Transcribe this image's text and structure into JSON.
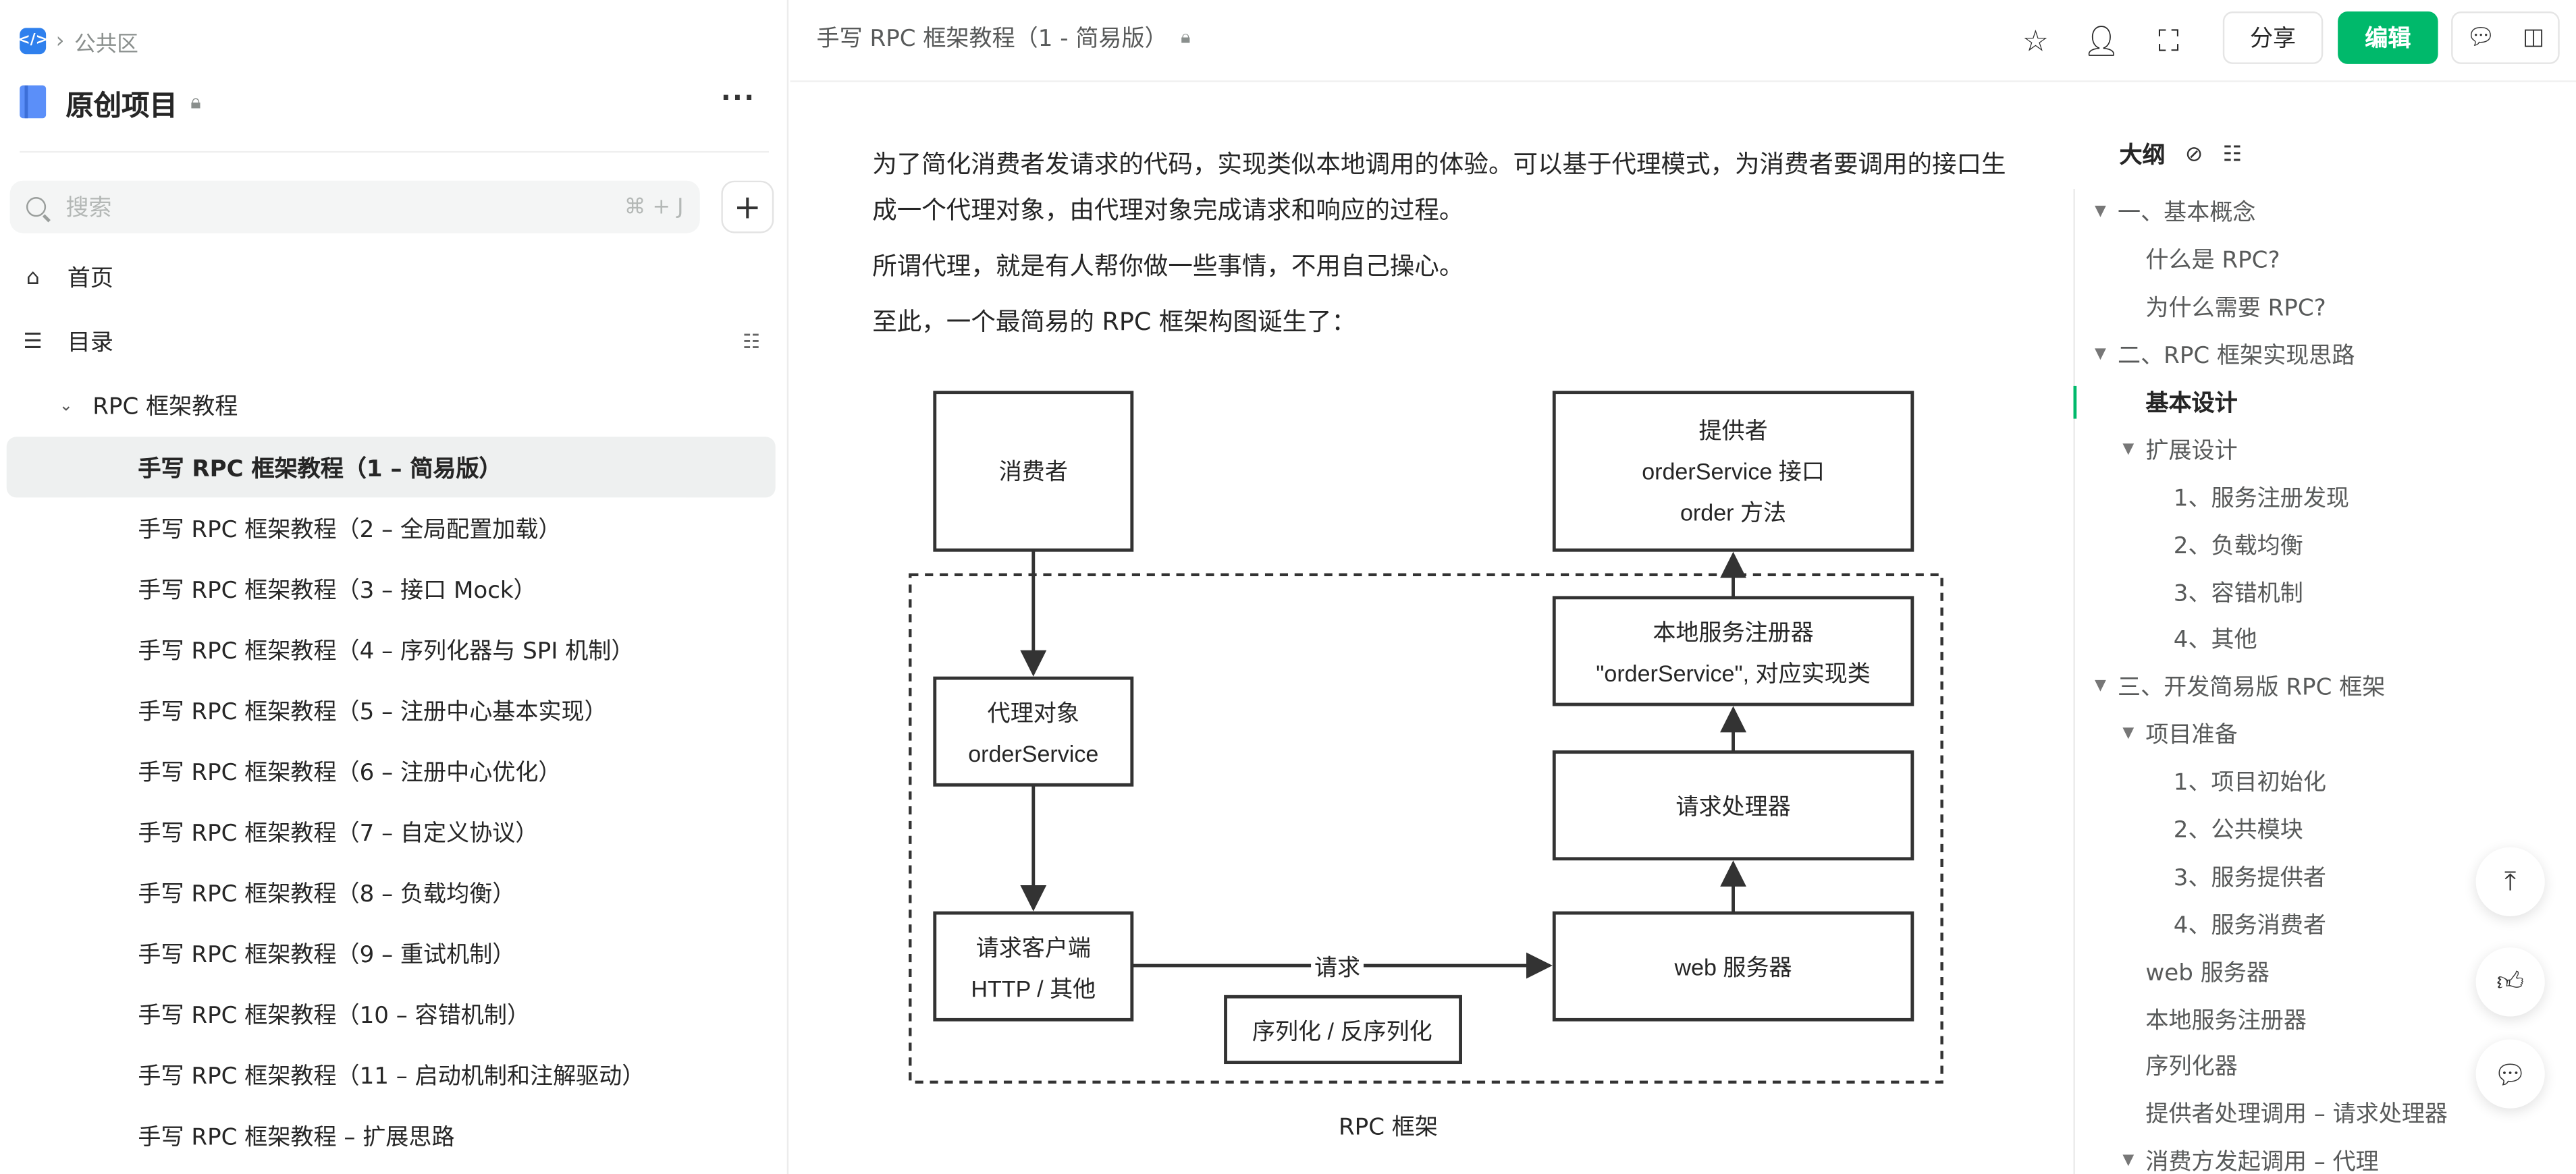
{
  "breadcrumb": {
    "space": "公共区"
  },
  "book": {
    "title": "原创项目"
  },
  "search": {
    "placeholder": "搜索",
    "shortcut": "⌘ + J"
  },
  "nav": {
    "home": "首页",
    "toc": "目录"
  },
  "tree": {
    "group": "RPC 框架教程",
    "docs": [
      "手写 RPC 框架教程（1 – 简易版）",
      "手写 RPC 框架教程（2 – 全局配置加载）",
      "手写 RPC 框架教程（3 – 接口 Mock）",
      "手写 RPC 框架教程（4 – 序列化器与 SPI 机制）",
      "手写 RPC 框架教程（5 – 注册中心基本实现）",
      "手写 RPC 框架教程（6 – 注册中心优化）",
      "手写 RPC 框架教程（7 – 自定义协议）",
      "手写 RPC 框架教程（8 – 负载均衡）",
      "手写 RPC 框架教程（9 – 重试机制）",
      "手写 RPC 框架教程（10 – 容错机制）",
      "手写 RPC 框架教程（11 – 启动机制和注解驱动）",
      "手写 RPC 框架教程 – 扩展思路"
    ]
  },
  "header": {
    "doc_title": "手写 RPC 框架教程（1 - 简易版）",
    "share": "分享",
    "edit": "编辑"
  },
  "content": {
    "p1": "为了简化消费者发请求的代码，实现类似本地调用的体验。可以基于代理模式，为消费者要调用的接口生成一个代理对象，由代理对象完成请求和响应的过程。",
    "p2": "所谓代理，就是有人帮你做一些事情，不用自己操心。",
    "p3": "至此，一个最简易的 RPC 框架构图诞生了：",
    "caption": "RPC 框架"
  },
  "diagram": {
    "consumer": "消费者",
    "provider": [
      "提供者",
      "orderService 接口",
      "order 方法"
    ],
    "proxy": [
      "代理对象",
      "orderService"
    ],
    "registry": [
      "本地服务注册器",
      "\"orderService\", 对应实现类"
    ],
    "handler": "请求处理器",
    "client": [
      "请求客户端",
      "HTTP / 其他"
    ],
    "web": "web 服务器",
    "request": "请求",
    "serializer": "序列化 / 反序列化"
  },
  "outline": {
    "title": "大纲",
    "items": [
      {
        "label": "一、基本概念",
        "level": 0,
        "arrow": true
      },
      {
        "label": "什么是 RPC?",
        "level": 1
      },
      {
        "label": "为什么需要 RPC?",
        "level": 1
      },
      {
        "label": "二、RPC 框架实现思路",
        "level": 0,
        "arrow": true
      },
      {
        "label": "基本设计",
        "level": 1,
        "active": true
      },
      {
        "label": "扩展设计",
        "level": 1,
        "arrow": true
      },
      {
        "label": "1、服务注册发现",
        "level": 2
      },
      {
        "label": "2、负载均衡",
        "level": 2
      },
      {
        "label": "3、容错机制",
        "level": 2
      },
      {
        "label": "4、其他",
        "level": 2
      },
      {
        "label": "三、开发简易版 RPC 框架",
        "level": 0,
        "arrow": true
      },
      {
        "label": "项目准备",
        "level": 1,
        "arrow": true
      },
      {
        "label": "1、项目初始化",
        "level": 2
      },
      {
        "label": "2、公共模块",
        "level": 2
      },
      {
        "label": "3、服务提供者",
        "level": 2
      },
      {
        "label": "4、服务消费者",
        "level": 2
      },
      {
        "label": "web 服务器",
        "level": 1
      },
      {
        "label": "本地服务注册器",
        "level": 1
      },
      {
        "label": "序列化器",
        "level": 1
      },
      {
        "label": "提供者处理调用 – 请求处理器",
        "level": 1
      },
      {
        "label": "消费方发起调用 – 代理",
        "level": 1,
        "arrow": true
      }
    ]
  },
  "colors": {
    "accent": "#00b96b",
    "brand": "#2f80ed"
  }
}
